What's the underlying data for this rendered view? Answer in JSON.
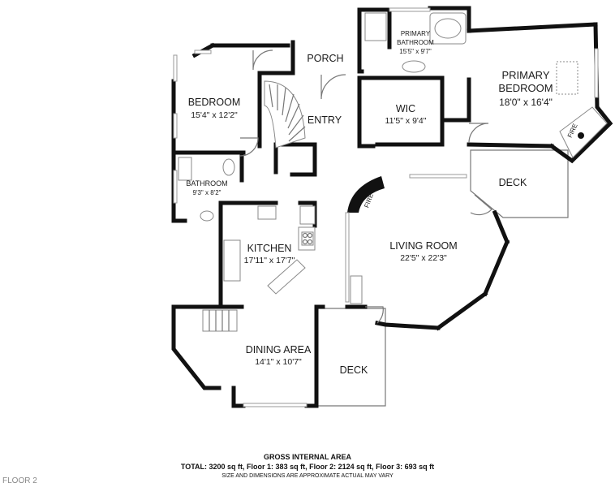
{
  "rooms": {
    "porch": {
      "name": "PORCH"
    },
    "primary_bathroom": {
      "name_line1": "PRIMARY",
      "name_line2": "BATHROOM",
      "dims": "15'5\" x 9'7\""
    },
    "primary_bedroom": {
      "name_line1": "PRIMARY",
      "name_line2": "BEDROOM",
      "dims": "18'0\" x 16'4\""
    },
    "bedroom": {
      "name": "BEDROOM",
      "dims": "15'4\" x 12'2\""
    },
    "entry": {
      "name": "ENTRY"
    },
    "wic": {
      "name": "WIC",
      "dims": "11'5\" x 9'4\""
    },
    "bathroom": {
      "name": "BATHROOM",
      "dims": "9'3\" x 8'2\""
    },
    "deck_upper": {
      "name": "DECK"
    },
    "kitchen": {
      "name": "KITCHEN",
      "dims": "17'11\" x 17'7\""
    },
    "living_room": {
      "name": "LIVING ROOM",
      "dims": "22'5\" x 22'3\""
    },
    "dining_area": {
      "name": "DINING AREA",
      "dims": "14'1\" x 10'7\""
    },
    "deck_lower": {
      "name": "DECK"
    }
  },
  "fireplaces": {
    "living": "FIRE",
    "primary": "FIRE"
  },
  "footer": {
    "area_title": "GROSS INTERNAL AREA",
    "area_total": "TOTAL: 3200 sq ft, Floor 1: 383 sq ft, Floor 2: 2124 sq ft, Floor 3: 693 sq ft",
    "note": "SIZE AND DIMENSIONS ARE APPROXIMATE ACTUAL MAY VARY"
  },
  "floor_label": "FLOOR 2"
}
